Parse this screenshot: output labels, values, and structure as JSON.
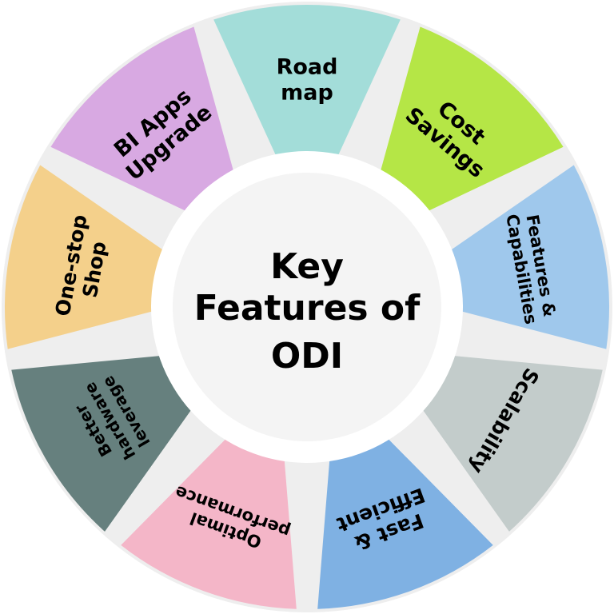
{
  "center": {
    "lines": [
      "Key",
      "Features of",
      "ODI"
    ]
  },
  "colors": {
    "wheel_background": "#eeeeee",
    "center_fill": "#f4f4f4",
    "center_ring": "#ffffff",
    "text": "#000000"
  },
  "segments": [
    {
      "lines": [
        "Road",
        "map"
      ],
      "color": "#a3ddd9"
    },
    {
      "lines": [
        "Cost",
        "Savings"
      ],
      "color": "#b5e646"
    },
    {
      "lines": [
        "Features &",
        "Capabilities"
      ],
      "color": "#9fc8ec"
    },
    {
      "lines": [
        "Scalability"
      ],
      "color": "#c3cccb"
    },
    {
      "lines": [
        "Fast &",
        "Efficient"
      ],
      "color": "#7fb1e3"
    },
    {
      "lines": [
        "Optimal",
        "performance"
      ],
      "color": "#f4b6c8"
    },
    {
      "lines": [
        "Better",
        "hardware",
        "leverage"
      ],
      "color": "#66807e"
    },
    {
      "lines": [
        "One-stop",
        "Shop"
      ],
      "color": "#f4d08b"
    },
    {
      "lines": [
        "BI Apps",
        "Upgrade"
      ],
      "color": "#d8a9e2"
    }
  ]
}
